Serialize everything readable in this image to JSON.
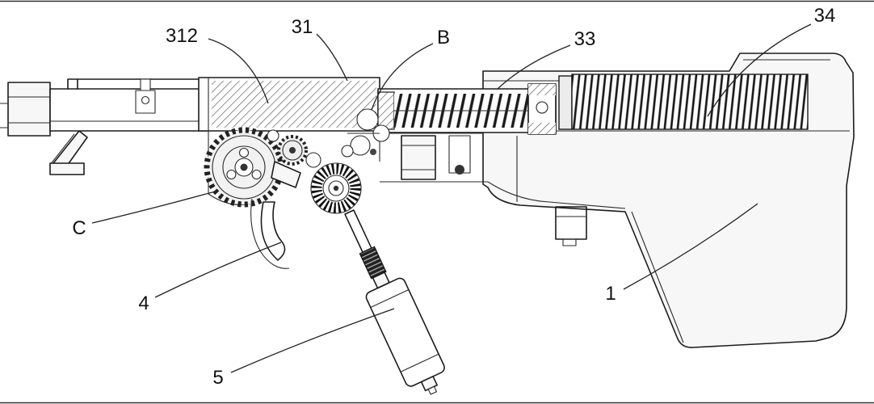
{
  "figure": {
    "kind": "patent-style technical line drawing of a rifle gearbox, springs, motor and stock",
    "background_color": "#ffffff",
    "line_color": "#1c1c1c"
  },
  "callouts": {
    "312": "312",
    "31": "31",
    "B": "B",
    "33": "33",
    "34": "34",
    "C": "C",
    "4": "4",
    "1": "1",
    "5": "5"
  }
}
